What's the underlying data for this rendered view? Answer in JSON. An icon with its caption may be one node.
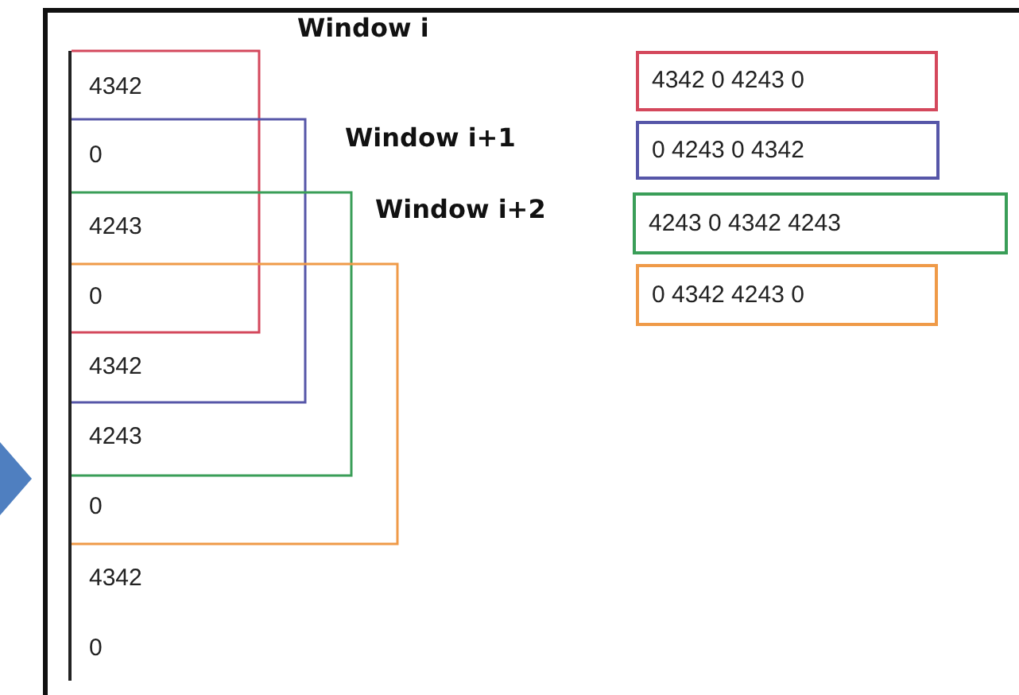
{
  "diagram": {
    "nodes": [
      {
        "text": [
          "4342 0 4243 0"
        ]
      },
      {
        "text": [
          "0 4243 0 4342"
        ]
      },
      {
        "text": [
          "4243 0 4342 4243"
        ]
      },
      {
        "text": [
          "0 4342 4243 0"
        ]
      }
    ],
    "labels": [
      "4342",
      "Window i",
      "0",
      "Window i+1",
      "4243",
      "Window i+2",
      "0",
      "4342",
      "4243",
      "0",
      "4342",
      "0"
    ]
  }
}
